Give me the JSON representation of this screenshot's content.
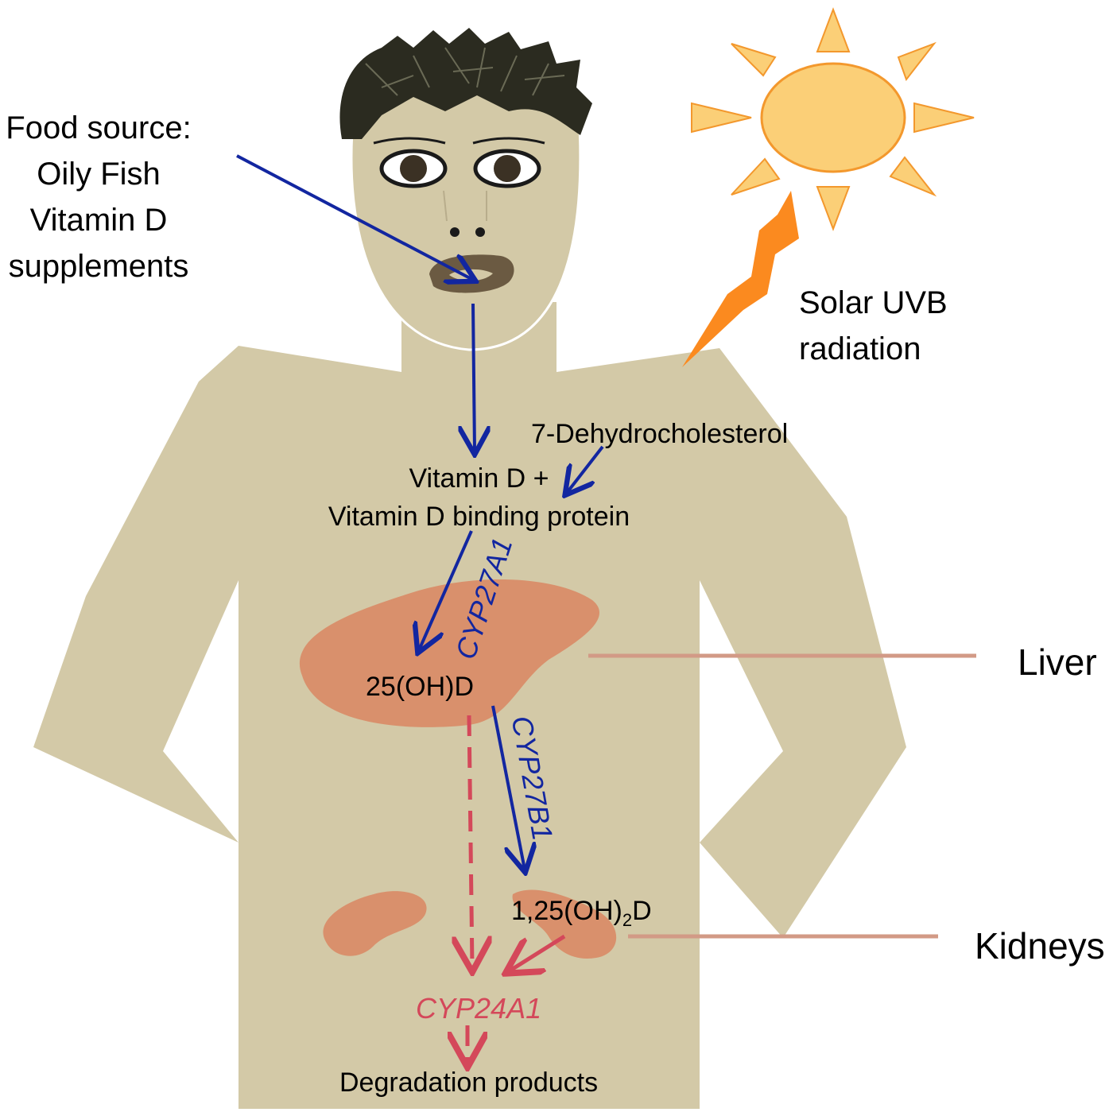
{
  "food": {
    "lines": [
      "Food source:",
      "Oily Fish",
      "Vitamin D",
      "supplements"
    ]
  },
  "uvb": {
    "lines": [
      "Solar UVB",
      "radiation"
    ]
  },
  "pathway": {
    "precursor": "7-Dehydrocholesterol",
    "vitd_line1": "Vitamin D +",
    "vitd_line2": "Vitamin D binding protein",
    "liver_metabolite": "25(OH)D",
    "kidney_metabolite_prefix": "1,25(OH)",
    "kidney_metabolite_sub": "2",
    "kidney_metabolite_suffix": "D",
    "degradation": "Degradation products"
  },
  "enzymes": {
    "liver": "CYP27A1",
    "kidney": "CYP27B1",
    "degradation": "CYP24A1"
  },
  "organs": {
    "liver": "Liver",
    "kidneys": "Kidneys"
  },
  "colors": {
    "body": "#d3c9a7",
    "organ": "#d9906c",
    "arrow_blue": "#1226a0",
    "arrow_red": "#d4485a",
    "sun_fill": "#fbcf77",
    "sun_stroke": "#f3982d",
    "bolt": "#fb8a1f",
    "hair": "#2b2b20",
    "lips": "#6b5a42"
  }
}
